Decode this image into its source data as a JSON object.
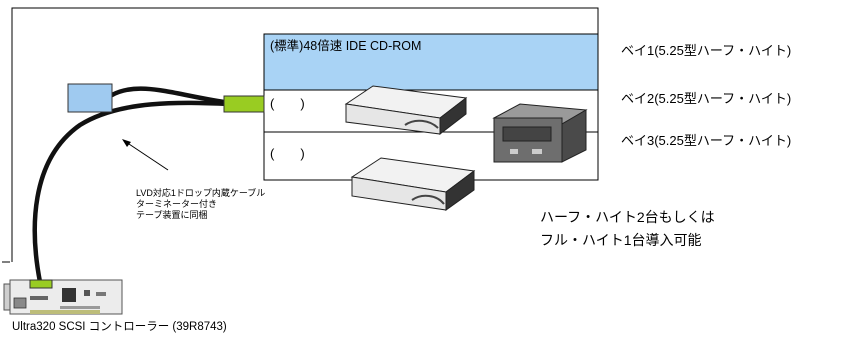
{
  "bays": [
    {
      "label": "ベイ1(5.25型ハーフ・ハイト)"
    },
    {
      "label": "ベイ2(5.25型ハーフ・ハイト)"
    },
    {
      "label": "ベイ3(5.25型ハーフ・ハイト)"
    }
  ],
  "bay1_content": "(標準)48倍速 IDE CD-ROM",
  "bay2_placeholder": "(　　)",
  "bay3_placeholder": "(　　)",
  "cable_note": {
    "line1": "LVD対応1ドロップ内蔵ケーブル",
    "line2": "ターミネーター付き",
    "line3": "テープ装置に同梱"
  },
  "install_note": {
    "line1": "ハーフ・ハイト2台もしくは",
    "line2": "フル・ハイト1台導入可能"
  },
  "controller_label": "Ultra320 SCSI コントローラー (39R8743)",
  "colors": {
    "bay1_fill": "#a9d3f5",
    "connector_green": "#99cc22",
    "terminator_blue": "#9fcaf0",
    "cable": "#111111"
  }
}
